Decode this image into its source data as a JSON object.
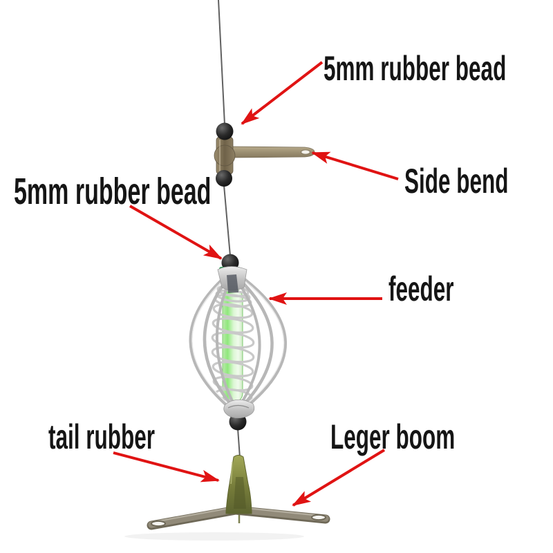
{
  "diagram": {
    "labels": {
      "bead_top": "5mm rubber bead",
      "side_bend": "Side bend",
      "bead_middle": "5mm rubber bead",
      "feeder": "feeder",
      "tail_rubber": "tail rubber",
      "leger_boom": "Leger boom"
    },
    "colors": {
      "arrow_red": "#e01313",
      "label_text": "#151515",
      "fishing_line": "#606060",
      "bead_black": "#1c1c1c",
      "side_bend_body": "#7d6f56",
      "side_bend_arm": "#a2957a",
      "feeder_wire": "#b7b7b7",
      "spring_wire": "#c9c9c9",
      "glow_tube_green": "#8fe87c",
      "metal_cap": "#cfcfcf",
      "tail_rubber_olive": "#7c8140",
      "leger_boom_grey": "#918a79"
    }
  }
}
